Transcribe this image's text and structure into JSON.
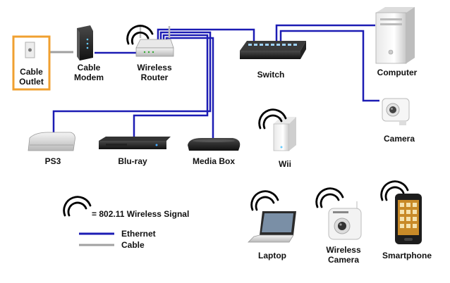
{
  "devices": {
    "cable_outlet": {
      "line1": "Cable",
      "line2": "Outlet"
    },
    "cable_modem": {
      "line1": "Cable",
      "line2": "Modem"
    },
    "wireless_router": {
      "line1": "Wireless",
      "line2": "Router"
    },
    "switch": {
      "label": "Switch"
    },
    "computer": {
      "label": "Computer"
    },
    "camera": {
      "label": "Camera"
    },
    "ps3": {
      "label": "PS3"
    },
    "bluray": {
      "label": "Blu-ray"
    },
    "media_box": {
      "label": "Media Box"
    },
    "wii": {
      "label": "Wii"
    },
    "laptop": {
      "label": "Laptop"
    },
    "wireless_camera": {
      "line1": "Wireless",
      "line2": "Camera"
    },
    "smartphone": {
      "label": "Smartphone"
    }
  },
  "legend": {
    "wireless": "= 802.11 Wireless Signal",
    "ethernet": "Ethernet",
    "cable": "Cable"
  },
  "colors": {
    "ethernet": "#1c1cb4",
    "cable": "#a0a0a0",
    "outlet_highlight": "#f0a030"
  }
}
